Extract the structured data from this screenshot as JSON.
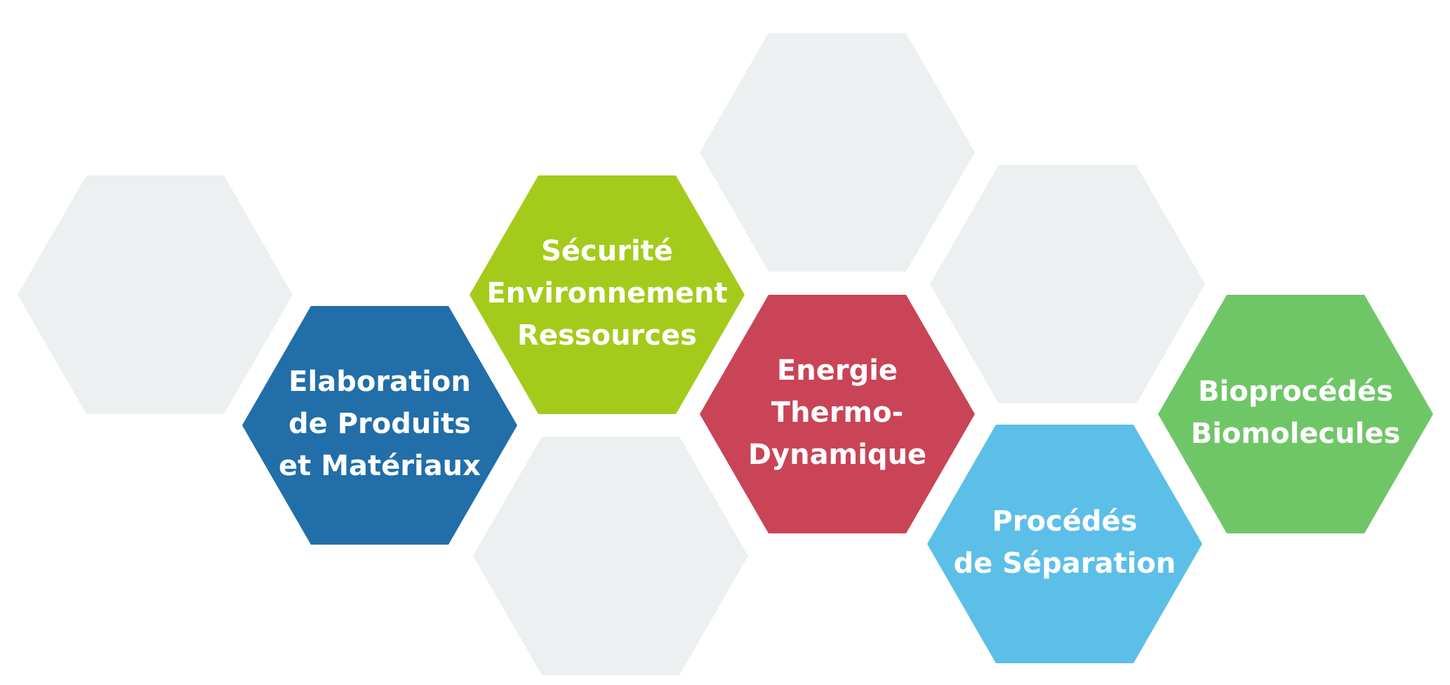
{
  "colors": {
    "background": "#ffffff",
    "placeholder": "#edf0f1",
    "text": "#ffffff"
  },
  "hexagons": [
    {
      "id": "empty-1",
      "lines": [],
      "color": "#edf0f1",
      "interactable": false
    },
    {
      "id": "elaboration",
      "lines": [
        "Elaboration",
        "de Produits",
        "et Matériaux"
      ],
      "color": "#216ea9",
      "interactable": true
    },
    {
      "id": "securite",
      "lines": [
        "Sécurité",
        "Environnement",
        "Ressources"
      ],
      "color": "#a4cb1b",
      "interactable": true
    },
    {
      "id": "empty-2",
      "lines": [],
      "color": "#edf0f1",
      "interactable": false
    },
    {
      "id": "empty-3",
      "lines": [],
      "color": "#edf0f1",
      "interactable": false
    },
    {
      "id": "energie",
      "lines": [
        "Energie",
        "Thermo-",
        "Dynamique"
      ],
      "color": "#c94457",
      "interactable": true
    },
    {
      "id": "empty-4",
      "lines": [],
      "color": "#edf0f1",
      "interactable": false
    },
    {
      "id": "separation",
      "lines": [
        "Procédés",
        "de Séparation"
      ],
      "color": "#5cbfe7",
      "interactable": true
    },
    {
      "id": "bioprocedes",
      "lines": [
        "Bioprocédés",
        "Biomolecules"
      ],
      "color": "#6fc667",
      "interactable": true
    }
  ]
}
